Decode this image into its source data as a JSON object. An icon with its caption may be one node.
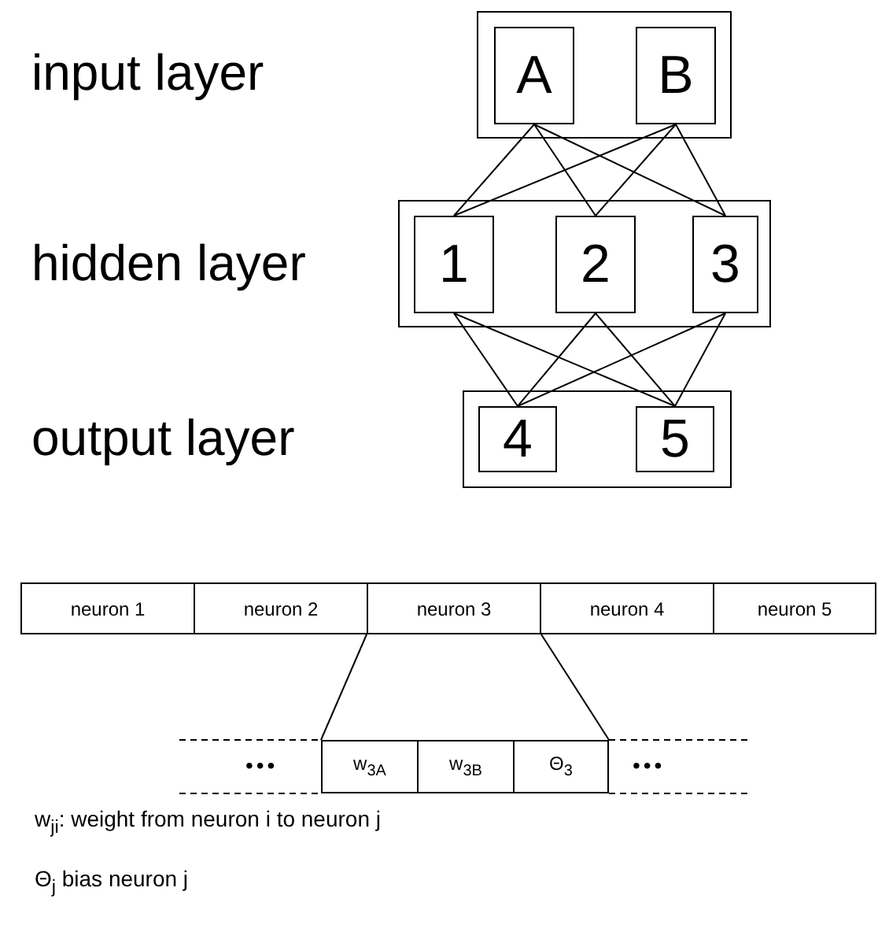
{
  "diagram": {
    "nodes": [
      {
        "text": [],
        "shape": "box"
      },
      {
        "text": [
          "A"
        ],
        "in": 0
      },
      {
        "text": [
          "B"
        ],
        "in": 0
      },
      {
        "text": [],
        "shape": "box"
      },
      {
        "text": [
          "1"
        ],
        "in": 3
      },
      {
        "text": [
          "2"
        ],
        "in": 3
      },
      {
        "text": [
          "3"
        ],
        "in": 3
      },
      {
        "text": [],
        "shape": "box"
      },
      {
        "text": [
          "4"
        ],
        "in": 7
      },
      {
        "text": [
          "5"
        ],
        "in": 7
      },
      {
        "text": [
          "neuron 1"
        ]
      },
      {
        "text": [
          "neuron 2"
        ]
      },
      {
        "text": [
          "neuron 3"
        ]
      },
      {
        "text": [
          "neuron 4"
        ]
      },
      {
        "text": [
          "neuron 5"
        ]
      },
      {
        "text": [
          "w$_{3A}$"
        ]
      },
      {
        "text": [
          "w$_{3B}$"
        ]
      },
      {
        "text": [
          "Θ$_{3}$"
        ]
      }
    ],
    "edges": [
      {
        "from": 1,
        "to": 4,
        "arrow": "none"
      },
      {
        "from": 1,
        "to": 5,
        "arrow": "none"
      },
      {
        "from": 1,
        "to": 6,
        "arrow": "none"
      },
      {
        "from": 2,
        "to": 4,
        "arrow": "none"
      },
      {
        "from": 2,
        "to": 5,
        "arrow": "none"
      },
      {
        "from": 2,
        "to": 6,
        "arrow": "none"
      },
      {
        "from": 4,
        "to": 8,
        "arrow": "none"
      },
      {
        "from": 4,
        "to": 9,
        "arrow": "none"
      },
      {
        "from": 5,
        "to": 8,
        "arrow": "none"
      },
      {
        "from": 5,
        "to": 9,
        "arrow": "none"
      },
      {
        "from": 6,
        "to": 8,
        "arrow": "none"
      },
      {
        "from": 6,
        "to": 9,
        "arrow": "none"
      },
      {
        "from": 12,
        "to": 15,
        "arrow": "none"
      },
      {
        "from": 12,
        "to": 17,
        "arrow": "none"
      }
    ],
    "labels": [
      "input layer",
      "hidden layer",
      "output layer",
      "•••",
      "•••",
      "w$_{ji}$:  weight from neuron i to neuron j",
      "Θ$_{j}$  bias neuron j"
    ]
  }
}
